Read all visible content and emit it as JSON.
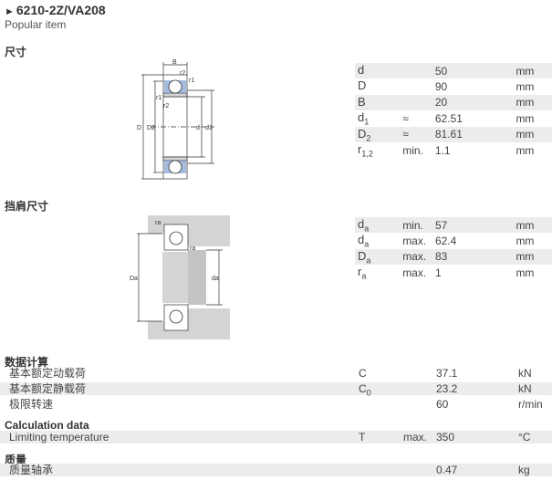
{
  "header": {
    "arrow_glyph": "►",
    "title": "6210-2Z/VA208",
    "subtitle": "Popular item"
  },
  "sections": {
    "dimensions": "尺寸",
    "abutment": "挡肩尺寸",
    "calc_data_cn": "数据计算",
    "calc_data_en": "Calculation data",
    "mass": "质量"
  },
  "drawing1_labels": {
    "B": "B",
    "r2_top": "r2",
    "r1_top": "r1",
    "r1_left": "r1",
    "r2_left": "r2",
    "D": "D",
    "D2": "D2",
    "d": "d",
    "d1": "d1"
  },
  "drawing2_labels": {
    "ra_top": "ra",
    "ra_right": "ra",
    "Da": "Da",
    "da": "da"
  },
  "dimensions": [
    {
      "sym": "d",
      "sub": "",
      "qual": "",
      "value": "50",
      "unit": "mm"
    },
    {
      "sym": "D",
      "sub": "",
      "qual": "",
      "value": "90",
      "unit": "mm"
    },
    {
      "sym": "B",
      "sub": "",
      "qual": "",
      "value": "20",
      "unit": "mm"
    },
    {
      "sym": "d",
      "sub": "1",
      "qual": "≈",
      "value": "62.51",
      "unit": "mm"
    },
    {
      "sym": "D",
      "sub": "2",
      "qual": "≈",
      "value": "81.61",
      "unit": "mm"
    },
    {
      "sym": "r",
      "sub": "1,2",
      "qual": "min.",
      "value": "1.1",
      "unit": "mm"
    }
  ],
  "abutment": [
    {
      "sym": "d",
      "sub": "a",
      "qual": "min.",
      "value": "57",
      "unit": "mm"
    },
    {
      "sym": "d",
      "sub": "a",
      "qual": "max.",
      "value": "62.4",
      "unit": "mm"
    },
    {
      "sym": "D",
      "sub": "a",
      "qual": "max.",
      "value": "83",
      "unit": "mm"
    },
    {
      "sym": "r",
      "sub": "a",
      "qual": "max.",
      "value": "1",
      "unit": "mm"
    }
  ],
  "calc_rows": [
    {
      "label": "基本额定动载荷",
      "sym": "C",
      "sub": "",
      "qual": "",
      "value": "37.1",
      "unit": "kN"
    },
    {
      "label": "基本额定静载荷",
      "sym": "C",
      "sub": "0",
      "qual": "",
      "value": "23.2",
      "unit": "kN"
    },
    {
      "label": "极限转速",
      "sym": "",
      "sub": "",
      "qual": "",
      "value": "60",
      "unit": "r/min"
    }
  ],
  "calc_en_rows": [
    {
      "label": "Limiting temperature",
      "sym": "T",
      "sub": "",
      "qual": "max.",
      "value": "350",
      "unit": "°C"
    }
  ],
  "mass_rows": [
    {
      "label": "质量轴承",
      "sym": "",
      "sub": "",
      "qual": "",
      "value": "0.47",
      "unit": "kg"
    }
  ],
  "colors": {
    "row_shade": "#ececec",
    "bearing_blue": "#7f9fd1",
    "drawing_line": "#333333",
    "gray_fill": "#d4d4d4"
  }
}
